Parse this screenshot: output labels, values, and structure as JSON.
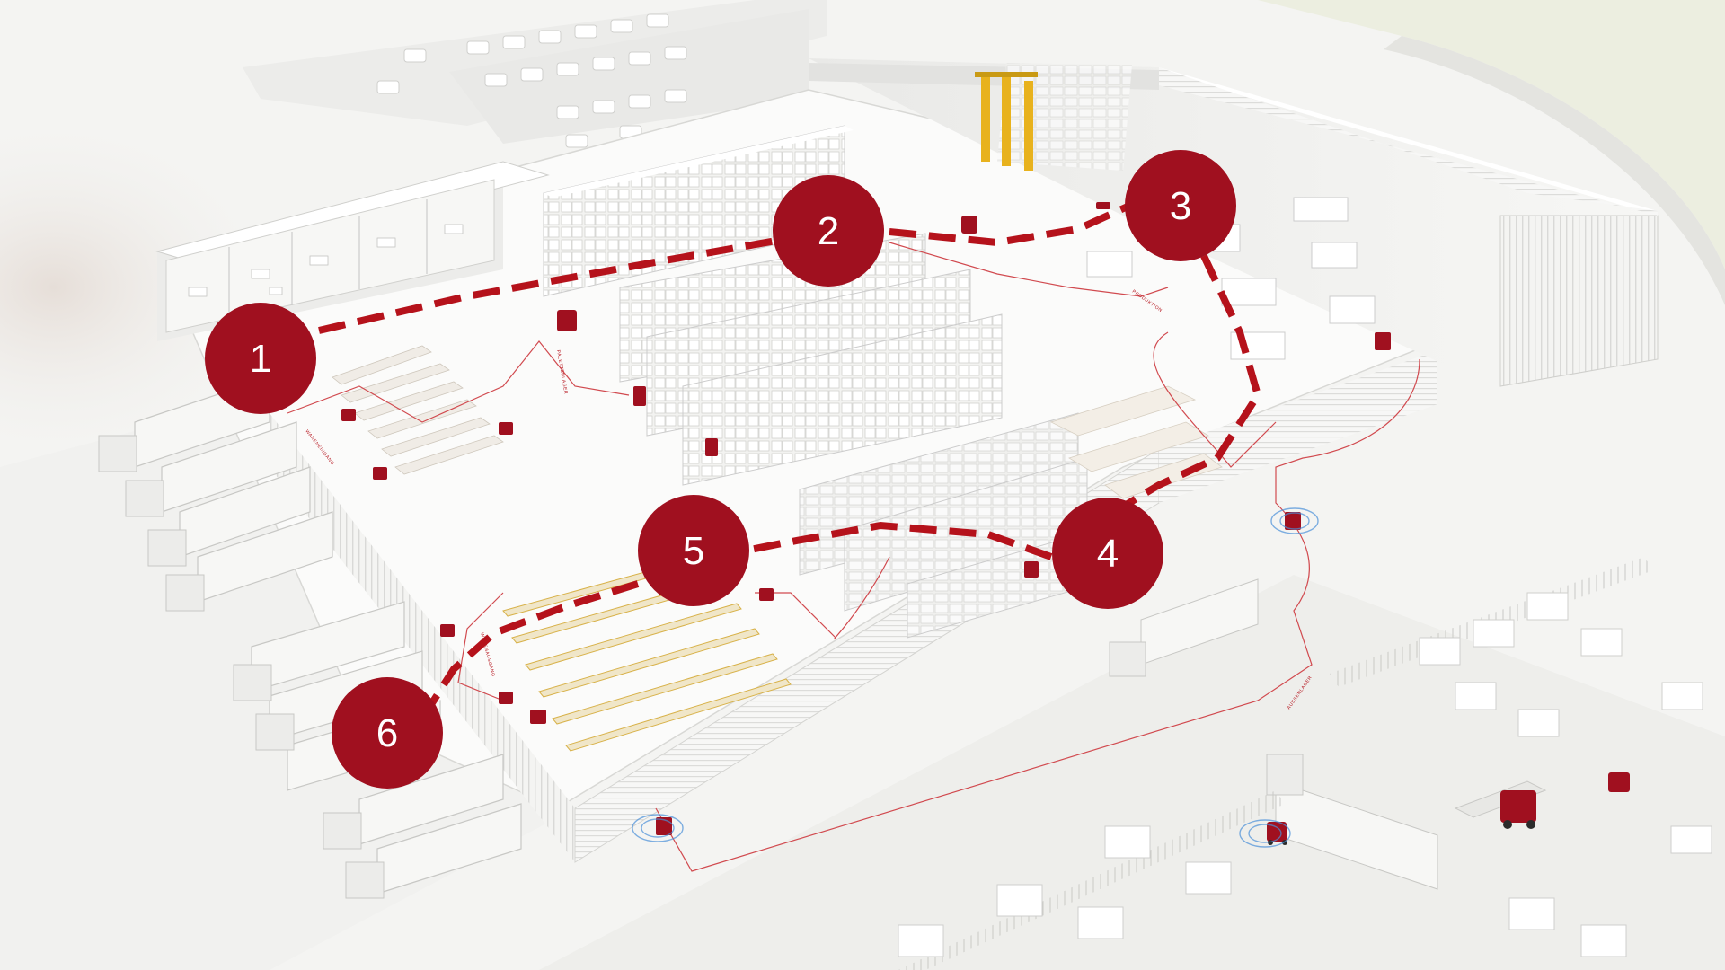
{
  "colors": {
    "accent": "#a0101f",
    "route": "#b5121b",
    "building": "#ffffff",
    "ground": "#f4f4f2",
    "grass": "#eceee0",
    "rack": "#e7e7e4",
    "crane": "#e8b21d",
    "beacon": "#4a90d9"
  },
  "markers": [
    {
      "id": "1",
      "label": "1"
    },
    {
      "id": "2",
      "label": "2"
    },
    {
      "id": "3",
      "label": "3"
    },
    {
      "id": "4",
      "label": "4"
    },
    {
      "id": "5",
      "label": "5"
    },
    {
      "id": "6",
      "label": "6"
    }
  ],
  "zone_labels": {
    "wareneingang": "WARENEINGANG",
    "palettenlager": "PALETTENLAGER",
    "produktion": "PRODUKTION",
    "warenausgang": "WARENAUSGANG",
    "aussenlager": "AUSSENLAGER"
  },
  "icons": [
    "forklift-icon",
    "truck-icon",
    "rack-icon",
    "crane-icon",
    "beacon-icon"
  ]
}
